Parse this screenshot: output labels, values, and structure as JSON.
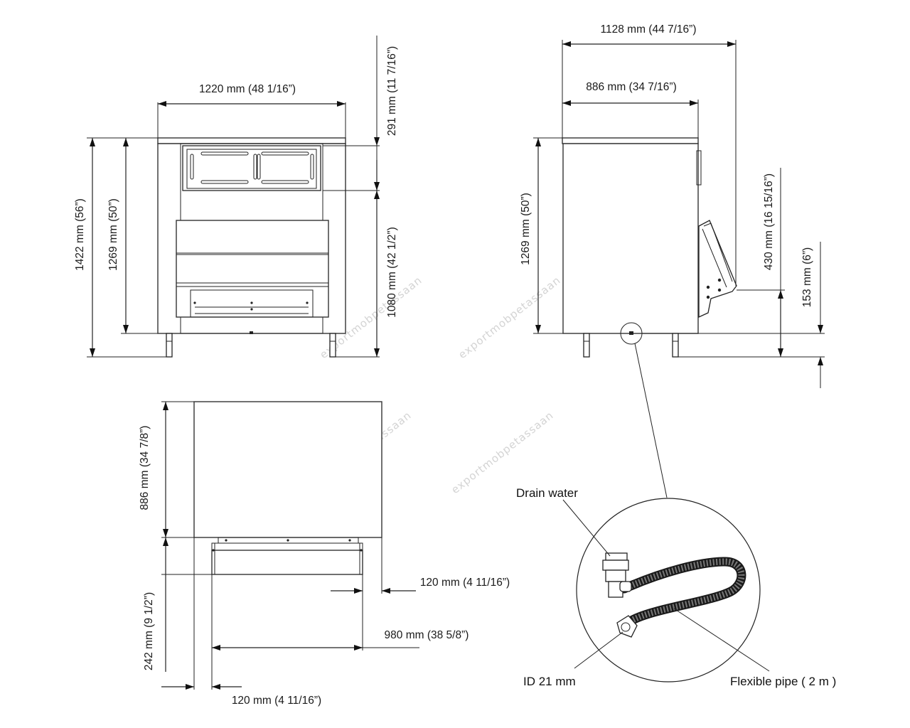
{
  "dimensions": {
    "front_width": "1220 mm (48 1/16”)",
    "front_total_height": "1422 mm (56”)",
    "front_body_height": "1269 mm (50”)",
    "front_top_section": "291 mm (11 7/16”)",
    "front_lower_section": "1080 mm (42 1/2”)",
    "side_total_depth": "1128 mm (44 7/16”)",
    "side_body_depth": "886 mm (34 7/16”)",
    "side_body_height": "1269 mm (50”)",
    "side_chute_height": "430 mm (16 15/16”)",
    "side_drain_height": "153 mm (6”)",
    "top_depth": "886 mm (34 7/8”)",
    "top_overhang": "242 mm (9 1/2”)",
    "top_right_offset": "120 mm (4 11/16”)",
    "top_drawer_width": "980 mm (38 5/8”)",
    "top_left_offset": "120 mm (4 11/16”)"
  },
  "callouts": {
    "drain_water": "Drain water",
    "inner_diameter": "ID 21 mm",
    "flexible_pipe": "Flexible pipe ( 2 m )"
  },
  "watermark": "exportmobpetassaan"
}
